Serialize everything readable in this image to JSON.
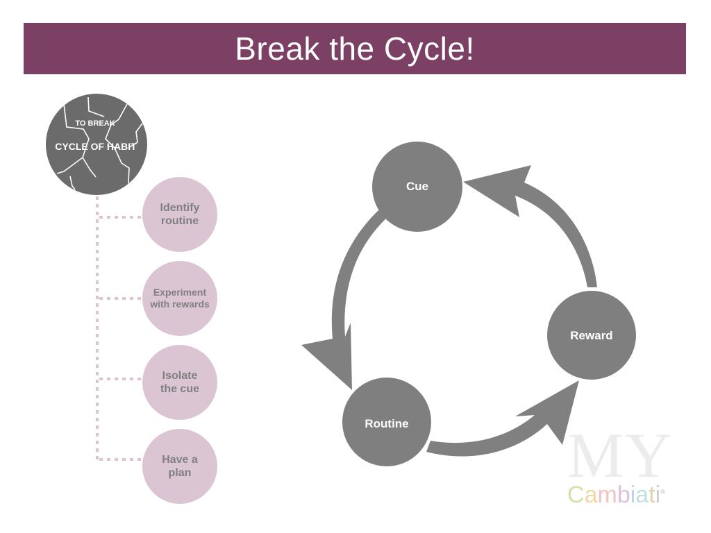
{
  "slide": {
    "title": "Break the Cycle!"
  },
  "seal": {
    "top_text": "TO BREAK",
    "main_text": "CYCLE OF HABIT"
  },
  "steps": [
    {
      "label": "Identify routine"
    },
    {
      "label": "Experiment with rewards"
    },
    {
      "label": "Isolate the cue"
    },
    {
      "label": "Have a plan"
    }
  ],
  "cycle": {
    "nodes": [
      {
        "label": "Cue"
      },
      {
        "label": "Routine"
      },
      {
        "label": "Reward"
      }
    ]
  },
  "logo": {
    "big": "MY",
    "small": "Cambiati",
    "mark": "®"
  },
  "colors": {
    "title_bar": "#7b4063",
    "step_fill": "#dcc5d2",
    "step_text": "#7f7f7f",
    "connector": "#dcc5d2",
    "seal_fill": "#6b6b6b",
    "node_fill": "#7f7f7f",
    "arrow_fill": "#808080"
  }
}
